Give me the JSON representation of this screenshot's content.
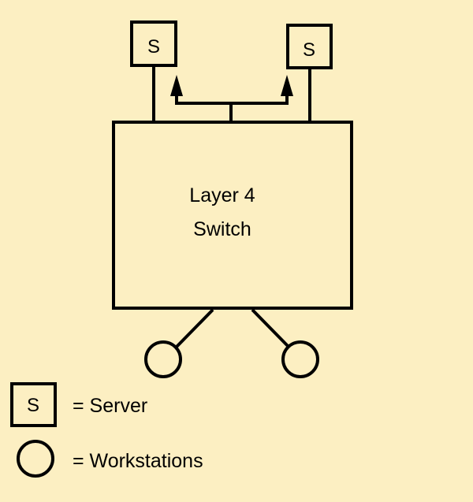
{
  "diagram": {
    "switch_label_line1": "Layer 4",
    "switch_label_line2": "Switch",
    "server_label": "S",
    "legend": {
      "server_symbol": "S",
      "server_text": "= Server",
      "workstation_text": "= Workstations"
    },
    "colors": {
      "background": "#fcefc2",
      "stroke": "#000000"
    }
  }
}
